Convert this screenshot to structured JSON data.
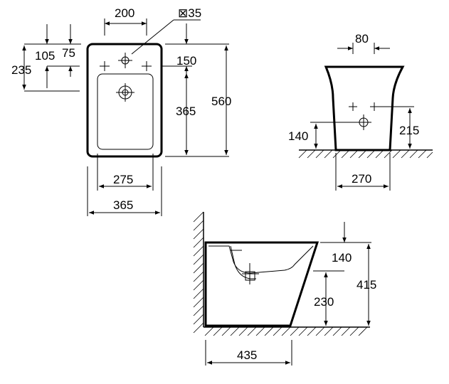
{
  "top_view": {
    "dims": {
      "d200": "200",
      "d35": "⊠35",
      "d105": "105",
      "d75": "75",
      "d235": "235",
      "d150": "150",
      "d365v": "365",
      "d560": "560",
      "d275": "275",
      "d365h": "365"
    }
  },
  "front_view": {
    "dims": {
      "d80": "80",
      "d140": "140",
      "d215": "215",
      "d270": "270"
    }
  },
  "side_view": {
    "dims": {
      "d140": "140",
      "d415": "415",
      "d230": "230",
      "d435": "435"
    }
  }
}
